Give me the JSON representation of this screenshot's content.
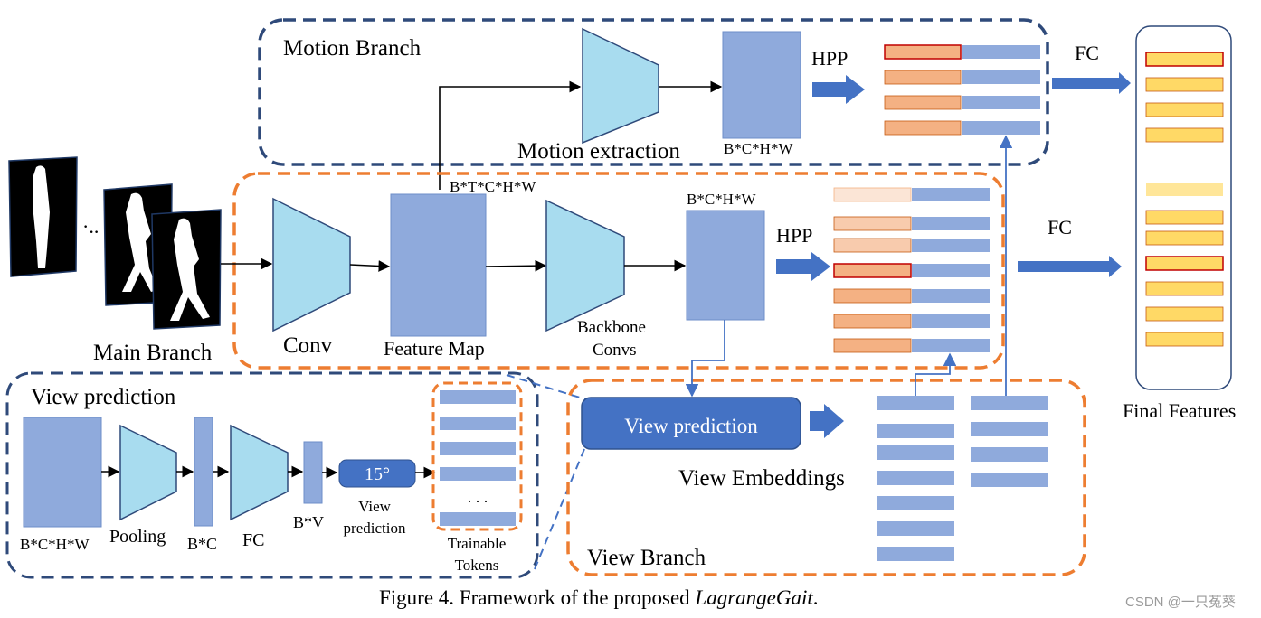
{
  "colors": {
    "dark_blue_dash": "#2f4a7a",
    "orange_dash": "#ed7d31",
    "feature_block": "#8faadc",
    "trapezoid": "#a8dcef",
    "arrow_blue": "#4472c4",
    "orange_stripe": "#f4b183",
    "pale_orange_stripe": "#fbe5d6",
    "red_outline": "#c00000",
    "yellow_feature": "#ffd966",
    "view_pred_button": "#4472c4"
  },
  "motion_branch": {
    "title": "Motion Branch",
    "extraction_label": "Motion extraction",
    "dim_label": "B*C*H*W",
    "hpp_label": "HPP",
    "fc_label": "FC"
  },
  "main_branch": {
    "title": "Main Branch",
    "conv_label": "Conv",
    "feature_map_label": "Feature Map",
    "feature_map_dim": "B*T*C*H*W",
    "backbone_label_1": "Backbone",
    "backbone_label_2": "Convs",
    "dim_label": "B*C*H*W",
    "hpp_label": "HPP",
    "fc_label": "FC",
    "silhouette_ellipsis": "·.."
  },
  "view_prediction_panel": {
    "title": "View prediction",
    "input_dim": "B*C*H*W",
    "pooling_label": "Pooling",
    "bc_label": "B*C",
    "fc_label": "FC",
    "bv_label": "B*V",
    "angle_value": "15°",
    "view_pred_label_1": "View",
    "view_pred_label_2": "prediction",
    "tokens_ellipsis": ". . .",
    "tokens_label_1": "Trainable",
    "tokens_label_2": "Tokens"
  },
  "view_branch": {
    "title": "View Branch",
    "button_label": "View prediction",
    "embeddings_label": "View Embeddings"
  },
  "final_features": {
    "label": "Final Features"
  },
  "caption": {
    "prefix": "Figure 4. Framework of the proposed ",
    "italic": "LagrangeGait",
    "suffix": "."
  },
  "watermark": "CSDN @一只菟葵"
}
